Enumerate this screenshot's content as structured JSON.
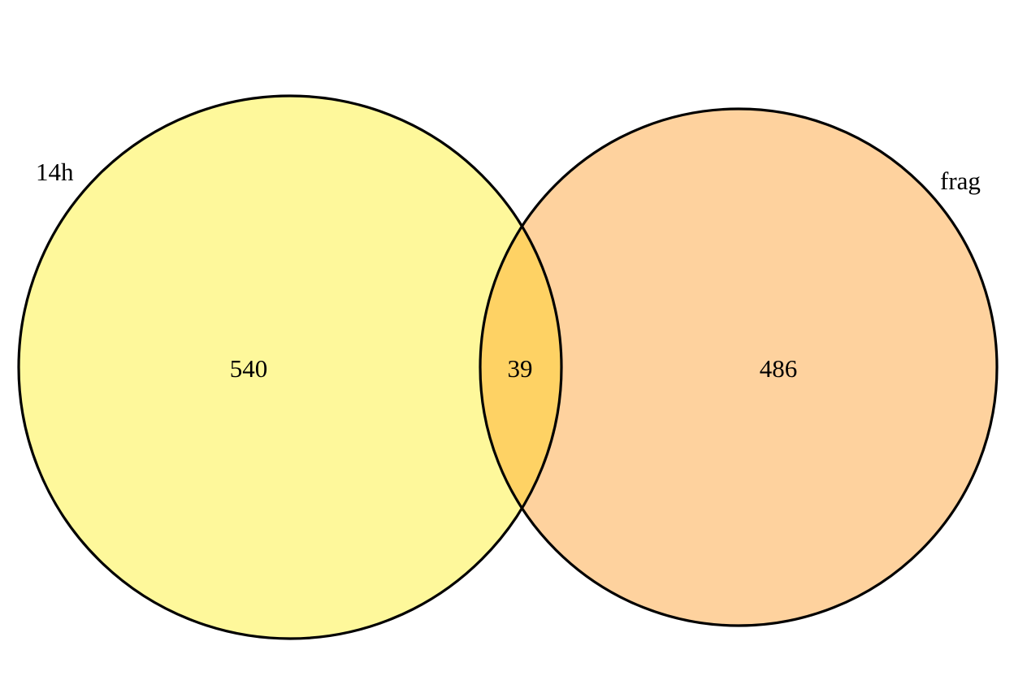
{
  "diagram": {
    "type": "venn",
    "sets": [
      {
        "label": "14h",
        "count_only": 540,
        "color": "#FEF89B"
      },
      {
        "label": "frag",
        "count_only": 486,
        "color": "#FED29E"
      }
    ],
    "intersection": {
      "count": 39,
      "color": "#FED264"
    },
    "outline_color": "#000000"
  },
  "labels": {
    "left_set": "14h",
    "right_set": "frag",
    "left_count": "540",
    "overlap_count": "39",
    "right_count": "486"
  }
}
